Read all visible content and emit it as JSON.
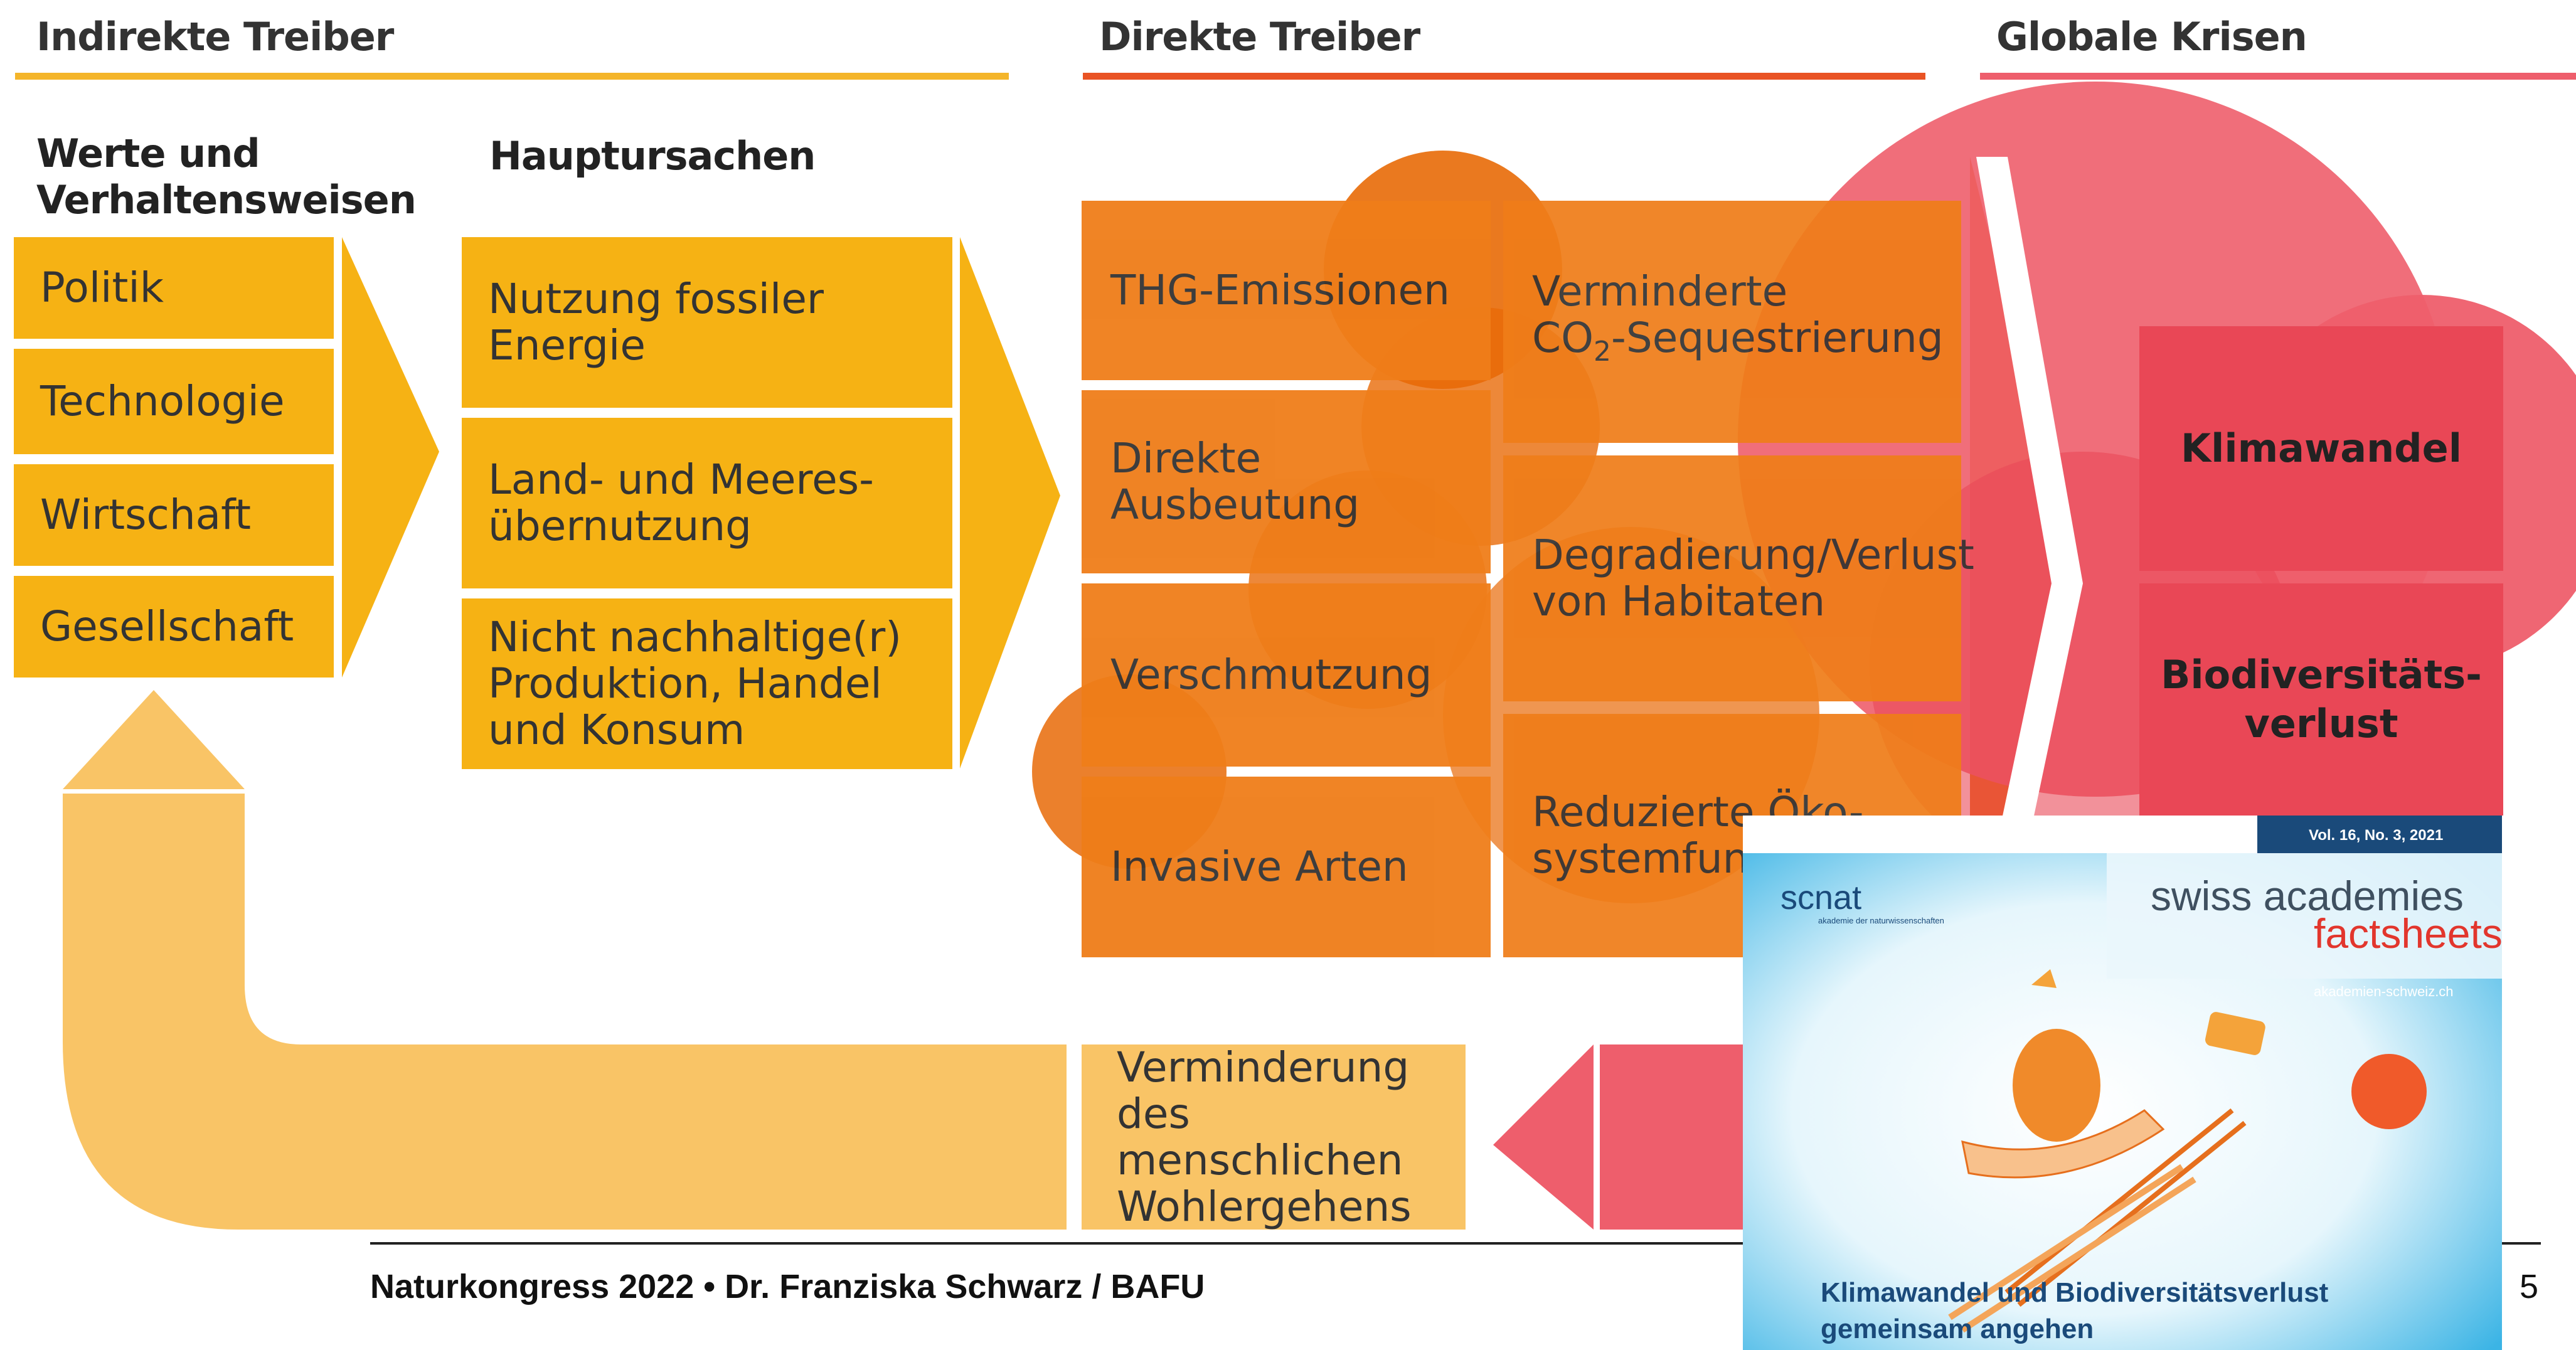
{
  "colors": {
    "yellow": "#f6b214",
    "yellow_light": "#f9c466",
    "orange": "#ef7d19",
    "orange_dark": "#e86a07",
    "red": "#ee5e6c",
    "red_dark": "#e94756",
    "rule_yellow": "#f4b52a",
    "rule_orange": "#e95324",
    "rule_red": "#ee5e6c",
    "cover_blue": "#3bb4e5",
    "cover_navy": "#1a4a7a"
  },
  "headers": {
    "indirect": "Indirekte Treiber",
    "direct": "Direkte Treiber",
    "global": "Globale Krisen"
  },
  "subheaders": {
    "values": "Werte und\nVerhaltensweisen",
    "main_causes": "Hauptursachen"
  },
  "values_boxes": [
    "Politik",
    "Technologie",
    "Wirtschaft",
    "Gesellschaft"
  ],
  "cause_boxes": [
    "Nutzung fossiler\nEnergie",
    "Land- und Meeres-\nübernutzung",
    "Nicht nachhaltige(r)\nProduktion, Handel\nund Konsum"
  ],
  "direct_left": [
    "THG-Emissionen",
    "Direkte Ausbeutung",
    "Verschmutzung",
    "Invasive Arten"
  ],
  "direct_right": {
    "sequestration_prefix": "Verminderte",
    "sequestration_co": "CO",
    "sequestration_sub": "2",
    "sequestration_suffix": "-Sequestrierung",
    "habitat": "Degradierung/Verlust\nvon Habitaten",
    "ecosystem": "Reduzierte Öko-\nsystemfunk"
  },
  "crises": {
    "climate": "Klimawandel",
    "biodiversity": "Biodiversitäts-\nverlust"
  },
  "feedback": "Verminderung\ndes menschlichen\nWohlergehens",
  "footer": {
    "text": "Naturkongress 2022 • Dr. Franziska Schwarz / BAFU",
    "page": "5"
  },
  "cover": {
    "volume": "Vol. 16, No. 3, 2021",
    "logo": "scnat",
    "logo_tagline": "akademie der naturwissenschaften",
    "brand_line1": "swiss academies",
    "brand_line2": "factsheets",
    "url": "akademien-schweiz.ch",
    "title": "Klimawandel und Biodiversitätsverlust\ngemeinsam angehen"
  }
}
